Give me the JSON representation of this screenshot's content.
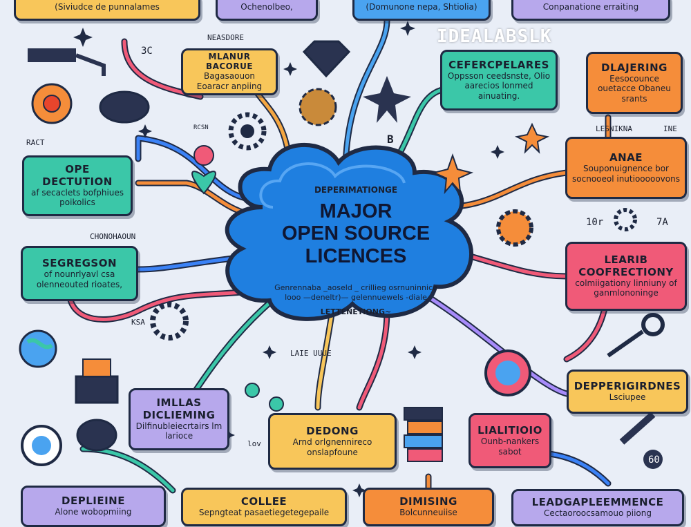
{
  "watermark": "IDEALABSLK",
  "center": {
    "top_label": "DEPERIMATIONGE",
    "title_line1": "MAJOR",
    "title_line2": "OPEN SOURCE",
    "title_line3": "LICENCES",
    "sub_line1": "Genrennaba _aoseld _ crillieg osrnuninnice",
    "sub_line2": "looo —deneltr)— gelennuewels -diale",
    "footer": "LETTENETIONG~"
  },
  "boxes": {
    "top_left": {
      "body": "(Siviudce de punnalames"
    },
    "top_mid_left": {
      "body": "Ochenolbeo,"
    },
    "top_mid": {
      "body": "(Domunone nepa, Shtiolia)"
    },
    "top_right": {
      "body": "Conpanatione erraiting"
    },
    "manuh": {
      "title": "MLANUR BACORUE",
      "body": "Bagasaouon Eoaracr anpiing"
    },
    "cefercpelares": {
      "title": "CEFERCPELARES",
      "body": "Oppsson ceedsnste, Olio aarecios lonmed ainuating."
    },
    "dlajering": {
      "title": "DLAJERING",
      "body": "Eesocounce ouetacce Obaneu srants"
    },
    "ope_dectution": {
      "title": "OPE DECTUTION",
      "body": "af secaclets bofphiues poikolics"
    },
    "anae": {
      "title": "ANAE",
      "body": "Souponuignence bor socnooeol inutiooooovons"
    },
    "segregson": {
      "title": "SEGREGSON",
      "body": "of nounrlyavl csa olenneouted rioates,"
    },
    "learib": {
      "title": "LEARIB COOFRECTIONY",
      "body": "colmiigationy linniuny of ganmlononinge"
    },
    "deperigirdnes": {
      "title": "DEPPERIGIRDNES",
      "body": "Lsciupee"
    },
    "imllas": {
      "title": "IMLLAS DICLIEMING",
      "body": "Dilfinubleiecrtairs lm larioce"
    },
    "dedong": {
      "title": "DEDONG",
      "body": "Arnd orlgnennireco onslapfoune"
    },
    "lialitioio": {
      "title": "LIALITIOIO",
      "body": "Ounb-nankers sabot"
    },
    "deplieine": {
      "title": "DEPLIEINE",
      "body": "Alone wobopmiing"
    },
    "collee": {
      "title": "COLLEE",
      "body": "Sepngteat pasaetiegetegepaile"
    },
    "dimising": {
      "title": "DIMISING",
      "body": "Bolcunneuiise"
    },
    "leadgaple": {
      "title": "LEADGAPLEEMMENCE",
      "body": "Cectaoroocsamouo piiong"
    }
  },
  "labels": {
    "neasdore": "NEASDORE",
    "ract": "RACT",
    "lesnikna": "LESNIKNA",
    "ine": "INE",
    "chonohaoun": "CHONOHAOUN",
    "ksa": "KSA",
    "laie_uuue": "LAIE UUUE",
    "iov": "lov",
    "num_10r": "10r",
    "num_7a": "7A",
    "num_3c": "3C",
    "num_60": "60",
    "b_badge": "B",
    "rcsn": "RCSN"
  },
  "colors": {
    "background": "#e9eef7",
    "cloud": "#1f7fe0",
    "outline": "#1f2a44",
    "teal": "#3bc7a8",
    "yellow": "#f8c65a",
    "orange": "#f58d3a",
    "pink": "#f05a78",
    "lavender": "#b7a8ec",
    "blue": "#4aa3f0"
  },
  "icons": [
    "flower-icon",
    "gear-icon",
    "diamond-icon",
    "globe-icon",
    "key-icon",
    "laptop-icon",
    "books-icon",
    "sparkle-icon",
    "mouse-icon",
    "compass-icon",
    "plug-icon",
    "leaf-star-icon"
  ]
}
